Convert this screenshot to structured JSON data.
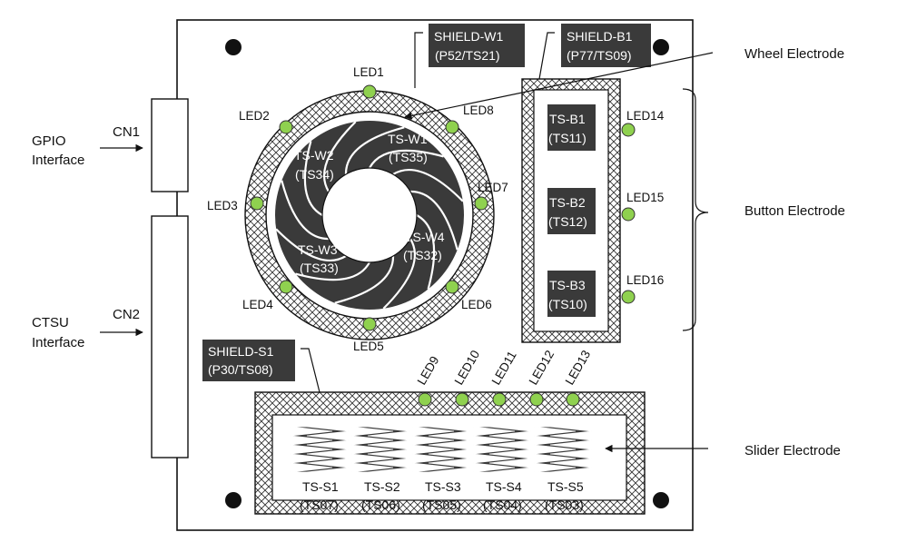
{
  "connectors": [
    {
      "id": "CN1",
      "interface": [
        "GPIO",
        "Interface"
      ]
    },
    {
      "id": "CN2",
      "interface": [
        "CTSU",
        "Interface"
      ]
    }
  ],
  "annotations": {
    "wheel": "Wheel Electrode",
    "button": "Button Electrode",
    "slider": "Slider Electrode"
  },
  "shields": [
    {
      "name": "SHIELD-W1",
      "pin": "(P52/TS21)"
    },
    {
      "name": "SHIELD-B1",
      "pin": "(P77/TS09)"
    },
    {
      "name": "SHIELD-S1",
      "pin": "(P30/TS08)"
    }
  ],
  "wheel_electrodes": [
    {
      "name": "TS-W1",
      "pin": "(TS35)"
    },
    {
      "name": "TS-W2",
      "pin": "(TS34)"
    },
    {
      "name": "TS-W3",
      "pin": "(TS33)"
    },
    {
      "name": "TS-W4",
      "pin": "(TS32)"
    }
  ],
  "button_electrodes": [
    {
      "name": "TS-B1",
      "pin": "(TS11)"
    },
    {
      "name": "TS-B2",
      "pin": "(TS12)"
    },
    {
      "name": "TS-B3",
      "pin": "(TS10)"
    }
  ],
  "slider_electrodes": [
    {
      "name": "TS-S1",
      "pin": "(TS07)"
    },
    {
      "name": "TS-S2",
      "pin": "(TS06)"
    },
    {
      "name": "TS-S3",
      "pin": "(TS05)"
    },
    {
      "name": "TS-S4",
      "pin": "(TS04)"
    },
    {
      "name": "TS-S5",
      "pin": "(TS03)"
    }
  ],
  "leds": [
    "LED1",
    "LED2",
    "LED3",
    "LED4",
    "LED5",
    "LED6",
    "LED7",
    "LED8",
    "LED9",
    "LED10",
    "LED11",
    "LED12",
    "LED13",
    "LED14",
    "LED15",
    "LED16"
  ],
  "colors": {
    "led": "#8fd14f",
    "electrode": "#3a3a3a",
    "outline": "#111111"
  }
}
